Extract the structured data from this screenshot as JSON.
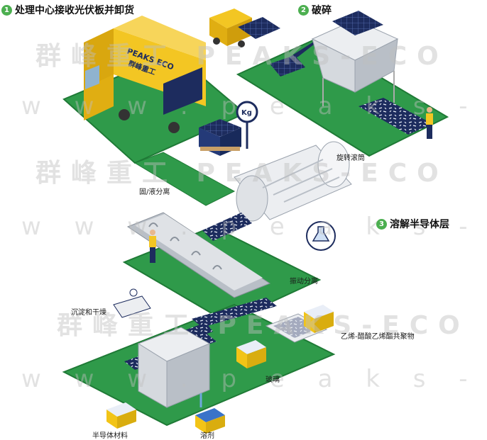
{
  "steps": [
    {
      "number": "1",
      "title": "处理中心接收光伏板并卸货"
    },
    {
      "number": "2",
      "title": "破碎"
    },
    {
      "number": "3",
      "title": "溶解半导体层"
    }
  ],
  "labels": {
    "kg": "Kg",
    "truck_brand_en": "PEAKS ECO",
    "truck_brand_cn": "群峰重工",
    "rotary_drum": "旋转滚筒",
    "solid_liquid_separation": "固/液分离",
    "vibration_separation": "振动分离",
    "sedimentation_drying": "沉淀和干燥",
    "eva": "乙烯-醋酸乙烯酯共聚物",
    "glass": "玻璃",
    "semiconductor_material": "半导体材料",
    "solvent": "溶剂"
  },
  "watermarks": {
    "cn": "群峰重工 PEAKS-ECO",
    "url": "w w w . p e a k s - e c o . c o m"
  },
  "colors": {
    "floor_green": "#2f9a4a",
    "floor_edge": "#1f7a36",
    "truck_yellow": "#f3c623",
    "panel_navy": "#1d2c5e",
    "machine_white": "#eceef1",
    "machine_grey": "#b9bfc7",
    "bin_yellow": "#f2c417",
    "badge_green": "#4caf50"
  }
}
